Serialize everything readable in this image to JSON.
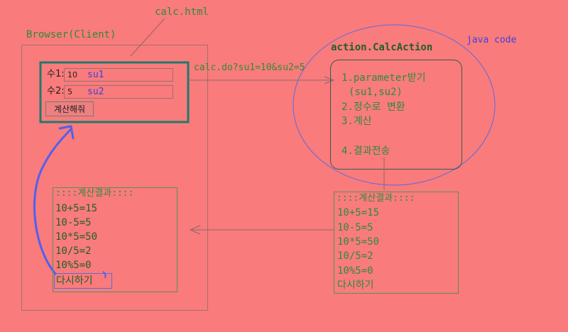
{
  "file_label": "calc.html",
  "browser_label": "Browser(Client)",
  "form": {
    "field1_label": "수1:",
    "field1_value": "10",
    "field1_name": "su1",
    "field2_label": "수2:",
    "field2_value": "5",
    "field2_name": "su2",
    "submit_label": "계산해줘"
  },
  "request_url": "calc.do?su1=10&su2=5",
  "action_title": "action.CalcAction",
  "java_label": "java code",
  "steps": [
    "1.parameter받기",
    "(su1,su2)",
    "2.정수로 변환",
    "3.계산",
    "4.결과전송"
  ],
  "result": {
    "title": "::::계산결과::::",
    "lines": [
      "10+5=15",
      "10-5=5",
      "10*5=50",
      "10/5=2",
      "10%5=0"
    ],
    "retry": "다시하기"
  },
  "colors": {
    "background": "#F97B7B",
    "form_border": "#1F7A6E",
    "green_text": "#2E8B3A",
    "blue_text": "#4040E0",
    "blue_arrow": "#5060F0"
  }
}
